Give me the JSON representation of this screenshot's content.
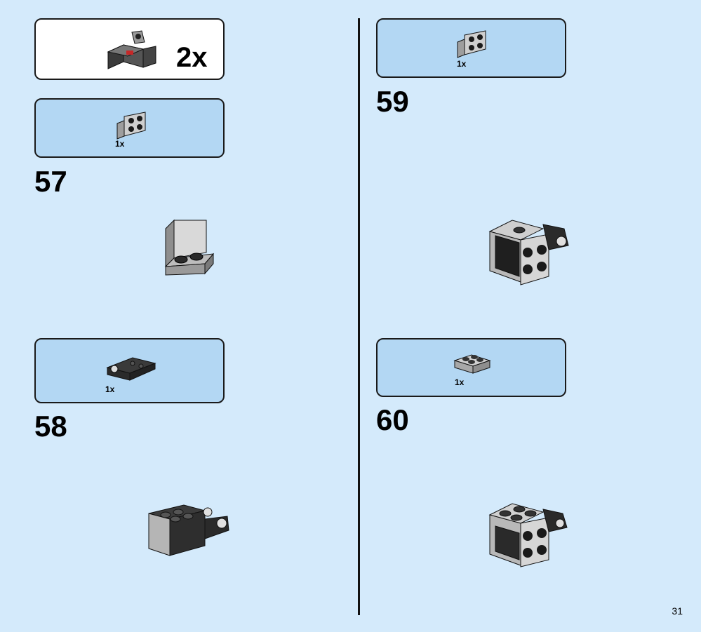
{
  "page": {
    "number": "31"
  },
  "subassembly": {
    "multiplier": "2x",
    "icon": "subassembly-preview-icon"
  },
  "steps": [
    {
      "number": "57",
      "parts": [
        {
          "qty": "1x",
          "icon": "bracket-1x2-2x2-part-icon"
        }
      ],
      "icon": "step-57-model-icon"
    },
    {
      "number": "58",
      "parts": [
        {
          "qty": "1x",
          "icon": "clip-plate-part-icon"
        }
      ],
      "icon": "step-58-model-icon"
    },
    {
      "number": "59",
      "parts": [
        {
          "qty": "1x",
          "icon": "bracket-1x2-2x2-part-icon"
        }
      ],
      "icon": "step-59-model-icon"
    },
    {
      "number": "60",
      "parts": [
        {
          "qty": "1x",
          "icon": "plate-2x2-part-icon"
        }
      ],
      "icon": "step-60-model-icon"
    }
  ],
  "colors": {
    "background": "#d4eafb",
    "parts_box": "#b3d7f3",
    "brick_light_gray": "#c8c8c8",
    "brick_dark": "#2b2b2b"
  }
}
